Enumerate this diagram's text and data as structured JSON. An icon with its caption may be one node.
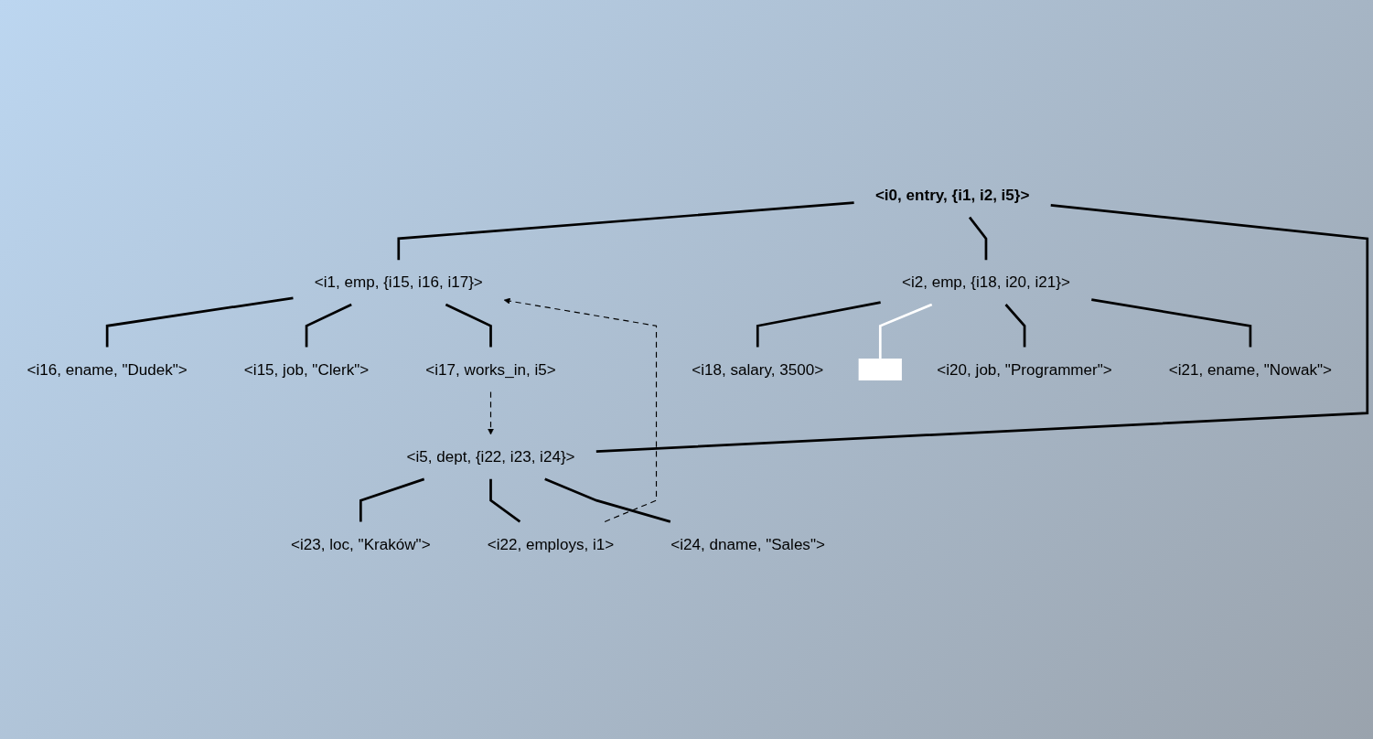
{
  "diagram": {
    "nodes": [
      {
        "text": [
          "<i0, entry, {i1, i2, i5}>"
        ]
      },
      {
        "text": [
          "<i16, ename, \"Dudek\">"
        ]
      },
      {
        "text": [
          "<i1, emp, {i15, i16, i17}>"
        ]
      },
      {
        "text": [
          "<i23, loc, \"Kraków\">"
        ]
      },
      {
        "text": [
          "<i5, dept, {i22, i23, i24}>"
        ]
      },
      {
        "text": [
          "<i17, works_in, i5>"
        ]
      },
      {
        "text": [
          "<i15, job, \"Clerk\">"
        ]
      },
      {
        "text": [
          "<i2, emp, {i18, i20, i21}>"
        ]
      },
      {
        "text": [
          "<i22, employs, i1>"
        ]
      },
      {
        "text": [
          "<i24, dname, \"Sales\">"
        ]
      },
      {
        "text": [
          "<i21, ename, \"Nowak\">"
        ]
      },
      {
        "text": [
          "<i18, salary, 3500>"
        ]
      },
      {
        "text": [],
        "shape": "box"
      },
      {
        "text": [
          "<i20, job, \"Programmer\">"
        ]
      }
    ],
    "edges": [
      {
        "from": 0,
        "to": 2,
        "arrow": "none"
      },
      {
        "from": 0,
        "to": 7,
        "arrow": "none"
      },
      {
        "from": 0,
        "to": 4,
        "arrow": "none"
      },
      {
        "from": 2,
        "to": 1,
        "arrow": "none"
      },
      {
        "from": 2,
        "to": 6,
        "arrow": "none"
      },
      {
        "from": 2,
        "to": 5,
        "arrow": "none"
      },
      {
        "from": 4,
        "to": 3,
        "arrow": "none"
      },
      {
        "from": 4,
        "to": 8,
        "arrow": "none"
      },
      {
        "from": 4,
        "to": 9,
        "arrow": "none"
      },
      {
        "from": 7,
        "to": 11,
        "arrow": "none"
      },
      {
        "from": 7,
        "to": 12,
        "arrow": "none",
        "color": "#ffffff"
      },
      {
        "from": 7,
        "to": 13,
        "arrow": "none"
      },
      {
        "from": 7,
        "to": 10,
        "arrow": "none"
      },
      {
        "from": 5,
        "to": 4,
        "arrow": "to",
        "style": "dashed"
      },
      {
        "from": 8,
        "to": 2,
        "arrow": "to",
        "style": "dashed"
      }
    ]
  }
}
